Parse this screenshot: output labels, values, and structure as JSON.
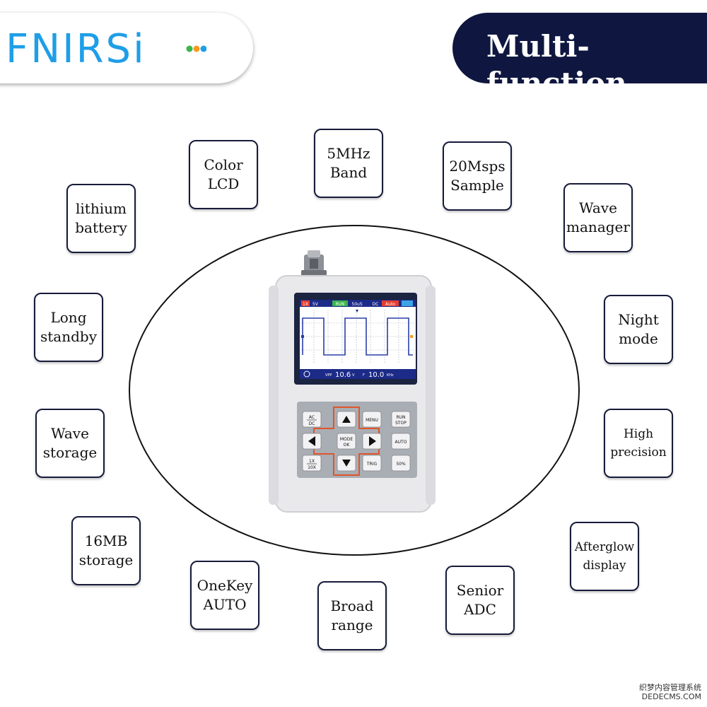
{
  "brand": {
    "logo_text": "FNIRSi",
    "colors": {
      "logo_blue": "#1f9ee8",
      "dot_green": "#3cb54a",
      "dot_orange": "#f39a1e",
      "dot_blue": "#1f9ee8"
    }
  },
  "header": {
    "title": "Multi-function",
    "title_bg": "#0f1740"
  },
  "features": [
    {
      "id": "color-lcd",
      "text": "Color\nLCD"
    },
    {
      "id": "5mhz-band",
      "text": "5MHz\nBand"
    },
    {
      "id": "20msps-sample",
      "text": "20Msps\nSample"
    },
    {
      "id": "lithium-battery",
      "text": "lithium\nbattery"
    },
    {
      "id": "wave-manager",
      "text": "Wave\nmanager"
    },
    {
      "id": "long-standby",
      "text": "Long\nstandby"
    },
    {
      "id": "night-mode",
      "text": "Night\nmode"
    },
    {
      "id": "wave-storage",
      "text": "Wave\nstorage"
    },
    {
      "id": "high-precision",
      "text": "High\nprecision"
    },
    {
      "id": "16mb-storage",
      "text": "16MB\nstorage"
    },
    {
      "id": "afterglow-display",
      "text": "Afterglow\ndisplay"
    },
    {
      "id": "onekey-auto",
      "text": "OneKey\nAUTO"
    },
    {
      "id": "broad-range",
      "text": "Broad\nrange"
    },
    {
      "id": "senior-adc",
      "text": "Senior\nADC"
    }
  ],
  "device": {
    "screen": {
      "top_bar": [
        "1X",
        "5V",
        "RUN",
        "50uS",
        "DC",
        "Auto"
      ],
      "bottom_bar": {
        "vpp_label": "VPP",
        "vpp_value": "10.6",
        "vpp_unit": "V",
        "f_label": "F",
        "f_value": "10.0",
        "f_unit": "KHz"
      }
    },
    "buttons": {
      "acdc_top": "AC",
      "acdc_bottom": "DC",
      "menu": "MENU",
      "run": "RUN",
      "stop": "STOP",
      "mode": "MODE",
      "ok": "OK",
      "auto": "AUTO",
      "x1": "1X",
      "x10": "10X",
      "trig": "TRIG",
      "fifty": "50%"
    }
  },
  "watermark": {
    "line1": "织梦内容管理系统",
    "line2": "DEDECMS.COM"
  }
}
